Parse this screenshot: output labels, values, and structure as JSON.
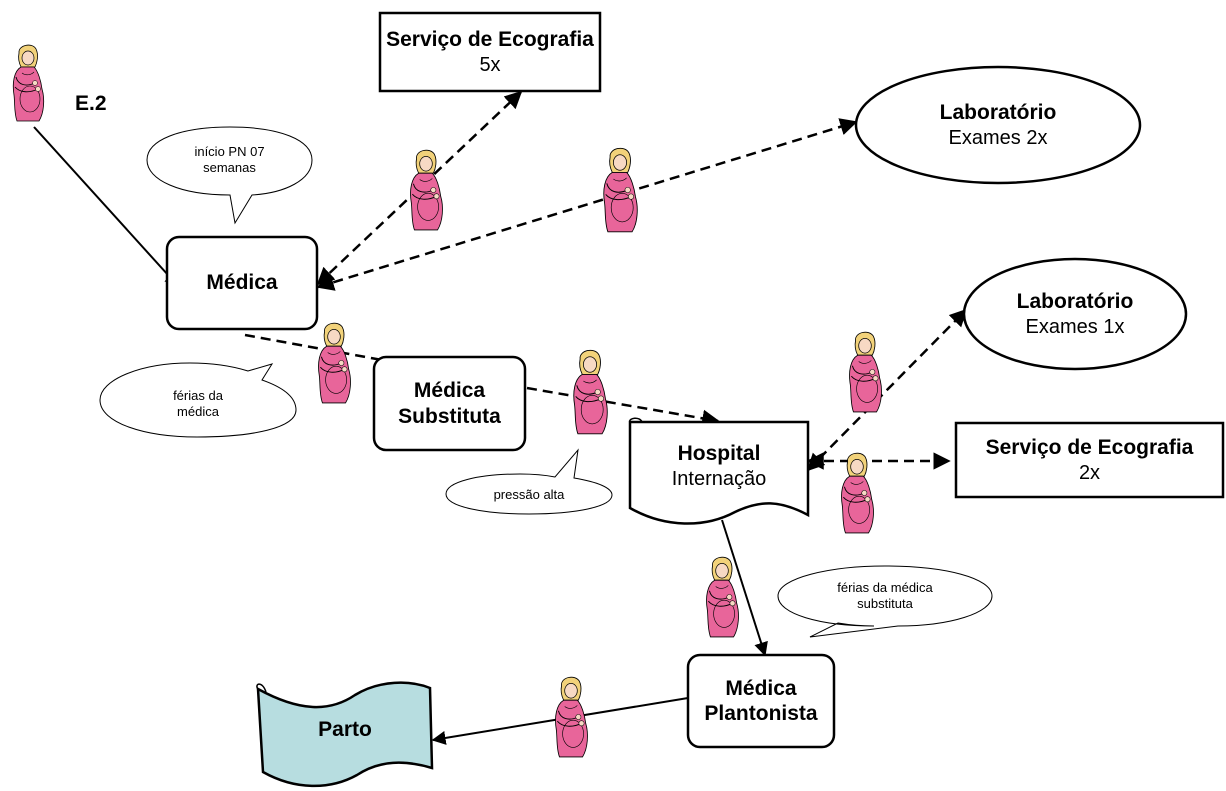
{
  "start_label": "E.2",
  "nodes": {
    "eco1": {
      "title": "Serviço de Ecografia",
      "sub": "5x"
    },
    "lab1": {
      "title": "Laboratório",
      "sub": "Exames 2x"
    },
    "medica": {
      "title": "Médica"
    },
    "substituta": {
      "line1": "Médica",
      "line2": "Substituta"
    },
    "lab2": {
      "title": "Laboratório",
      "sub": "Exames 1x"
    },
    "hospital": {
      "title": "Hospital",
      "sub": "Internação"
    },
    "eco2": {
      "title": "Serviço de Ecografia",
      "sub": "2x"
    },
    "plantonista": {
      "line1": "Médica",
      "line2": "Plantonista"
    },
    "parto": {
      "title": "Parto"
    }
  },
  "callouts": {
    "inicio": {
      "line1": "início PN 07",
      "line2": "semanas"
    },
    "ferias": {
      "line1": "férias da",
      "line2": "médica"
    },
    "pressao": {
      "text": "pressão alta"
    },
    "ferias_sub": {
      "line1": "férias da médica",
      "line2": "substituta"
    }
  },
  "colors": {
    "parto_fill": "#b7dde0",
    "figure_dress": "#e8659a",
    "figure_hair": "#f2d27a",
    "figure_skin": "#f7d9c4",
    "line": "#000000"
  },
  "icons": {
    "patient": "pregnant-woman-icon"
  }
}
